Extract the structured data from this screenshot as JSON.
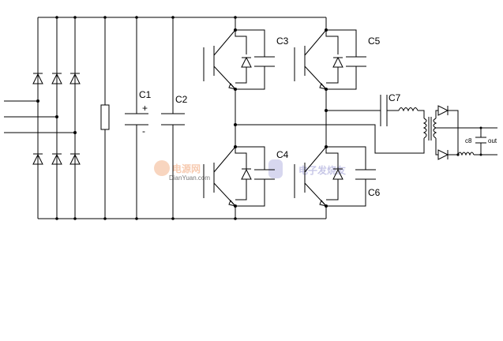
{
  "labels": {
    "c1": "C1",
    "c1_plus": "+",
    "c1_minus": "-",
    "c2": "C2",
    "c3": "C3",
    "c4": "C4",
    "c5": "C5",
    "c6": "C6",
    "c7": "C7",
    "c8": "c8",
    "out": "out"
  },
  "watermark": {
    "brand_cn": "电源网",
    "brand_en": "DianYuan.com",
    "brand2_cn": "电子发烧友",
    "color_primary": "#f0a070",
    "color_secondary": "#8a8ad0"
  }
}
